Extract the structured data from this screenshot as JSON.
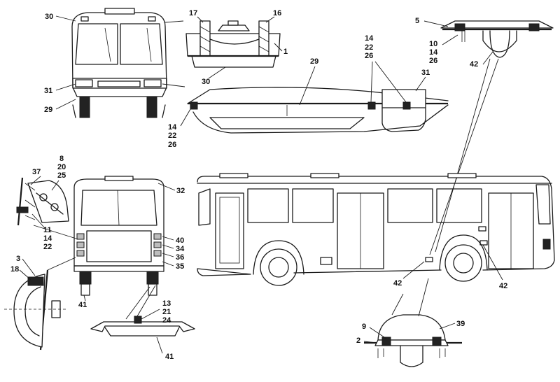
{
  "callouts": {
    "front_view": [
      "30",
      "31",
      "29"
    ],
    "roof_hatch_section": [
      "17",
      "16",
      "1",
      "30"
    ],
    "side_trim": [
      "29",
      "14",
      "22",
      "26",
      "31"
    ],
    "side_trim_mount": [
      "14",
      "22",
      "26"
    ],
    "vent_section": [
      "5",
      "10",
      "14",
      "26",
      "42"
    ],
    "mirror_bracket": [
      "8",
      "20",
      "25",
      "37",
      "11",
      "14",
      "22"
    ],
    "rear_view": [
      "32",
      "40",
      "34",
      "36",
      "35",
      "41"
    ],
    "rear_lamp_section": [
      "3",
      "18"
    ],
    "mudflap_section": [
      "13",
      "21",
      "24",
      "41"
    ],
    "side_view": [
      "42",
      "42"
    ],
    "dome_section": [
      "9",
      "2",
      "39"
    ]
  }
}
